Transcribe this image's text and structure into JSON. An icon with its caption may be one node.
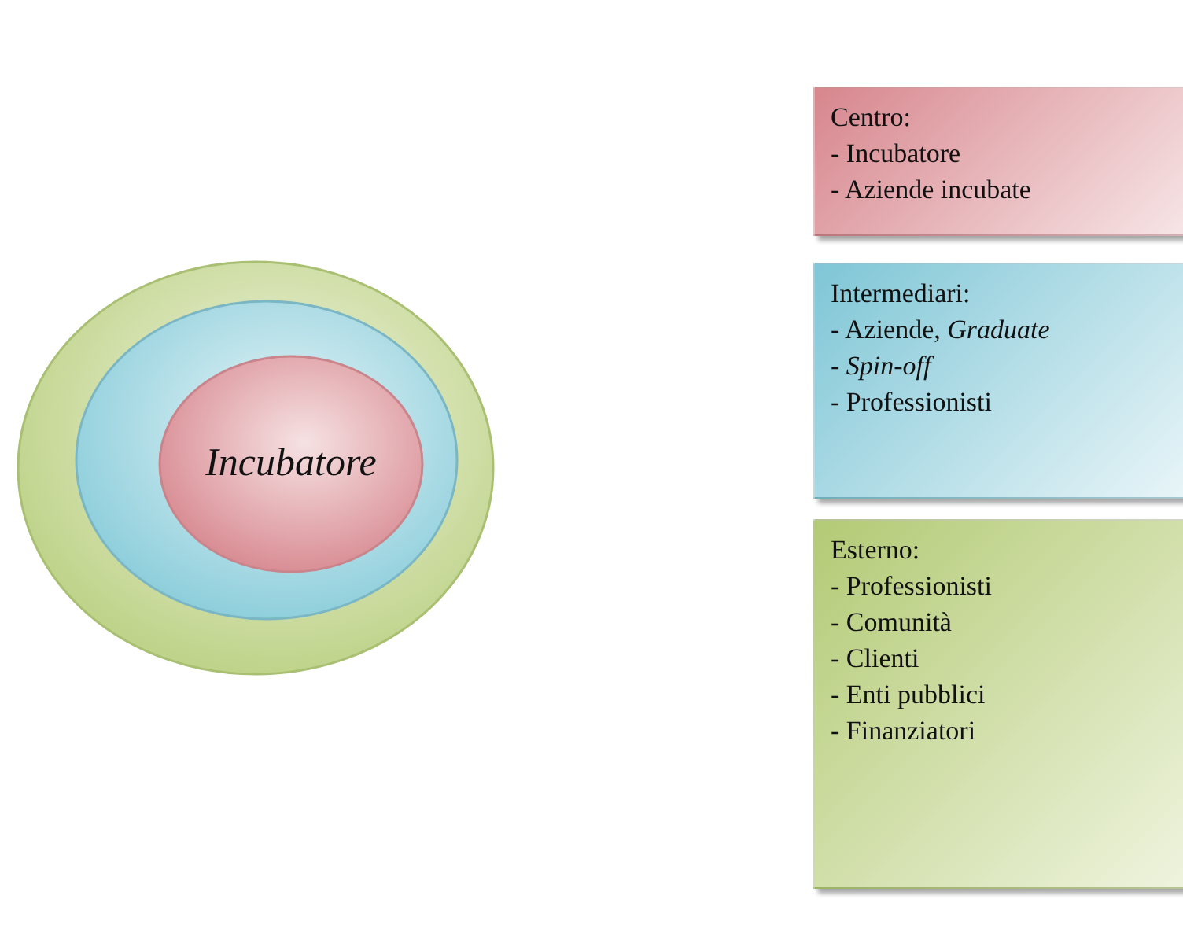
{
  "diagram": {
    "nodes": [
      {
        "text": [],
        "shape": "circle"
      },
      {
        "text": [],
        "shape": "circle",
        "in": 0
      },
      {
        "text": [
          "Incubatore"
        ],
        "in": 1
      },
      {
        "text": [
          "Centro:",
          "- Incubatore",
          "- Aziende incubate"
        ]
      },
      {
        "text": [
          "Intermediari:",
          "- Aziende, *Graduate*",
          "- *Spin-off*",
          "- Professionisti"
        ]
      },
      {
        "text": [
          "Esterno:",
          "- Professionisti",
          "- Comunità",
          "- Clienti",
          "- Enti pubblici",
          "- Finanziatori"
        ]
      }
    ]
  }
}
